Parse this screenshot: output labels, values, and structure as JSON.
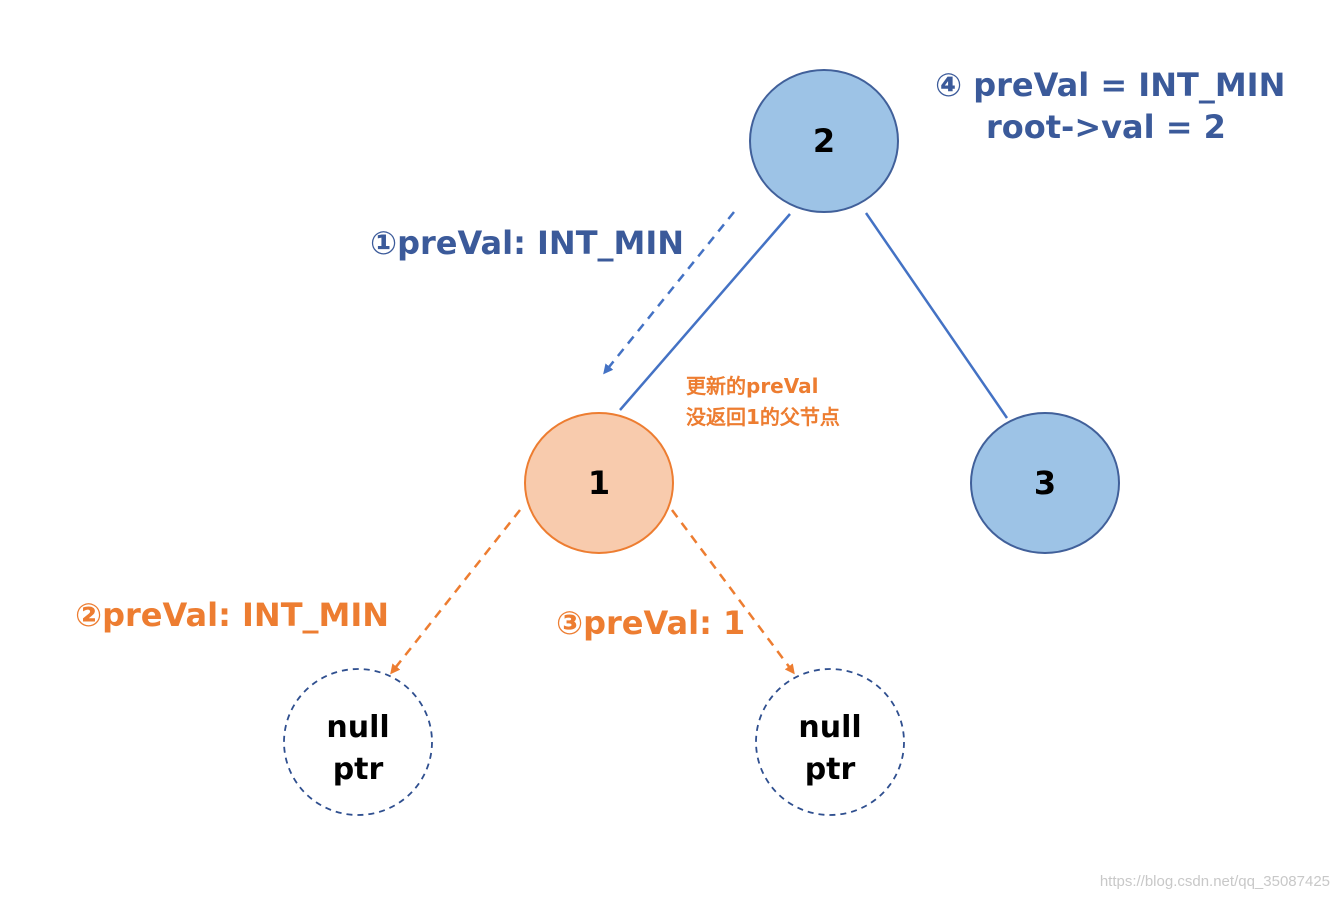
{
  "colors": {
    "blue_fill": "#9dc3e6",
    "blue_stroke": "#41609a",
    "blue_text": "#3b5a9a",
    "orange_fill": "#f8cbad",
    "orange_stroke": "#ed7d31",
    "orange_text": "#ed7d31",
    "edge": "#4472c4",
    "dashed_circle": "#2f4f8f"
  },
  "nodes": {
    "root": {
      "label": "2"
    },
    "left": {
      "label": "1"
    },
    "right": {
      "label": "3"
    },
    "null_left": {
      "line1": "null",
      "line2": "ptr"
    },
    "null_right": {
      "line1": "null",
      "line2": "ptr"
    }
  },
  "annotations": {
    "step4_line1": "④ preVal = INT_MIN",
    "step4_line2": "root->val = 2",
    "step1": "①preVal: INT_MIN",
    "step2": "②preVal: INT_MIN",
    "step3": "③preVal: 1",
    "note_line1": "更新的preVal",
    "note_line2": "没返回1的父节点"
  },
  "watermark": "https://blog.csdn.net/qq_35087425"
}
